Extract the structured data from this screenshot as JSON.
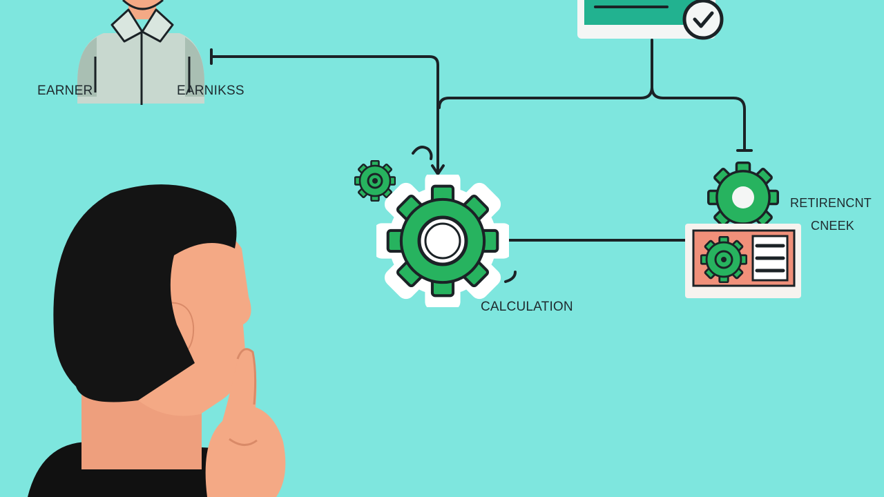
{
  "labels": {
    "earner": "EARNER",
    "earnings": "EARNIKSS",
    "calculation": "CALCULATION",
    "retirement_line1": "RETIRENCNT",
    "retirement_line2": "CNEEK"
  },
  "colors": {
    "background": "#7ee6de",
    "gear_green": "#27b35f",
    "outline": "#1b2226",
    "salmon": "#f0907a",
    "skin": "#f4a985",
    "hair": "#141414",
    "shirt": "#c8d8cf"
  },
  "icons": [
    "earner-avatar-icon",
    "small-gear-icon",
    "large-gear-icon",
    "retirement-gear-icon",
    "checkmark-icon",
    "checklist-card-icon",
    "thinking-person-illustration"
  ]
}
